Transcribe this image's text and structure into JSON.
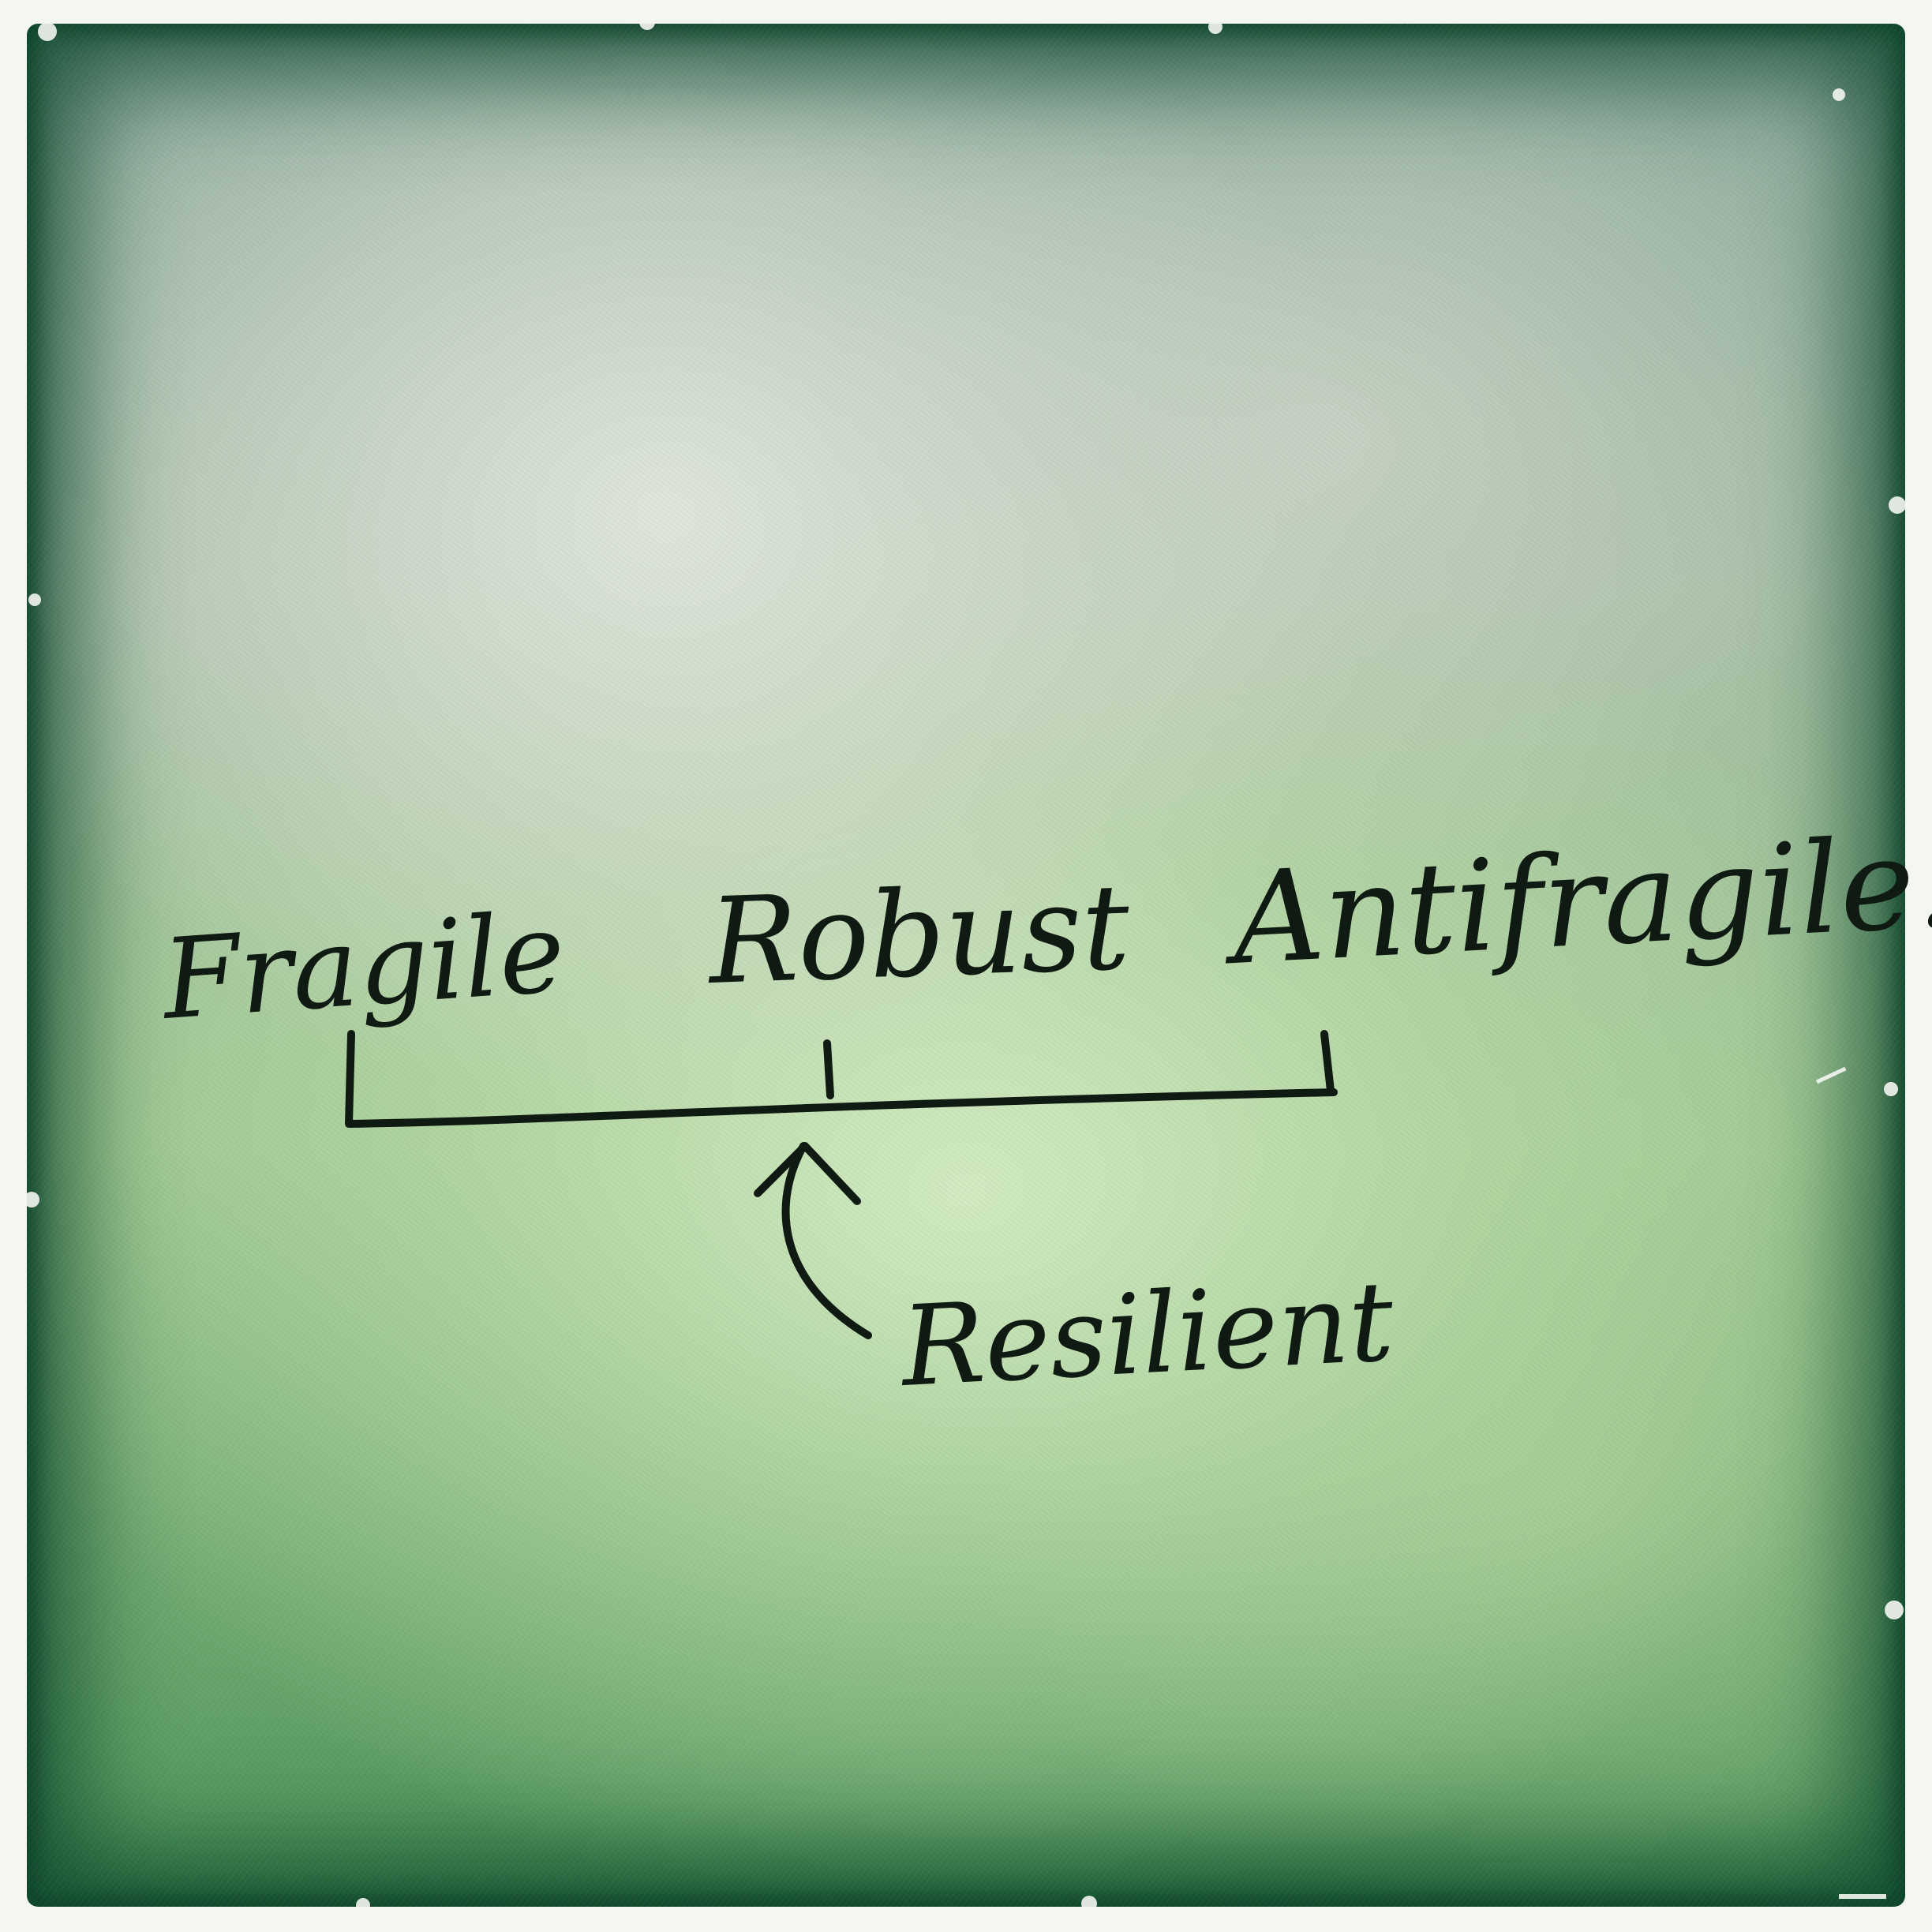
{
  "diagram": {
    "scale_labels": [
      "Fragile",
      "Robust",
      "Antifragile."
    ],
    "pointer_label": "Resilient"
  },
  "colors": {
    "ink": "#0f1a12",
    "paper_light": "#d6ecc4",
    "paper_dark": "#2f6f45",
    "border": "#f4f6f2"
  }
}
